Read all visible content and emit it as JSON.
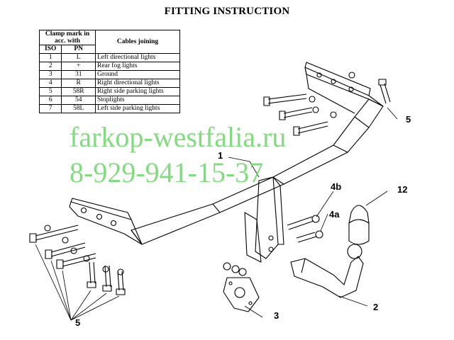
{
  "title": "FITTING INSTRUCTION",
  "table": {
    "header_clamp": "Clamp mark in acc. with",
    "header_cables": "Cables joining",
    "header_iso": "ISO",
    "header_pn": "PN",
    "rows": [
      {
        "iso": "1",
        "pn": "L",
        "desc": "Left directional lights"
      },
      {
        "iso": "2",
        "pn": "+",
        "desc": "Rear fog lights"
      },
      {
        "iso": "3",
        "pn": "31",
        "desc": "Ground"
      },
      {
        "iso": "4",
        "pn": "R",
        "desc": "Right directional lights"
      },
      {
        "iso": "5",
        "pn": "58R",
        "desc": "Right side parking lights"
      },
      {
        "iso": "6",
        "pn": "54",
        "desc": "Stoplights"
      },
      {
        "iso": "7",
        "pn": "58L",
        "desc": "Left side parking lights"
      }
    ]
  },
  "watermark": {
    "site": "farkop-westfalia.ru",
    "phone": "8-929-941-15-37"
  },
  "part_labels": {
    "p1": "1",
    "p2": "2",
    "p3": "3",
    "p4a": "4a",
    "p4b": "4b",
    "p5_right": "5",
    "p5_bottom": "5",
    "p12": "12"
  }
}
